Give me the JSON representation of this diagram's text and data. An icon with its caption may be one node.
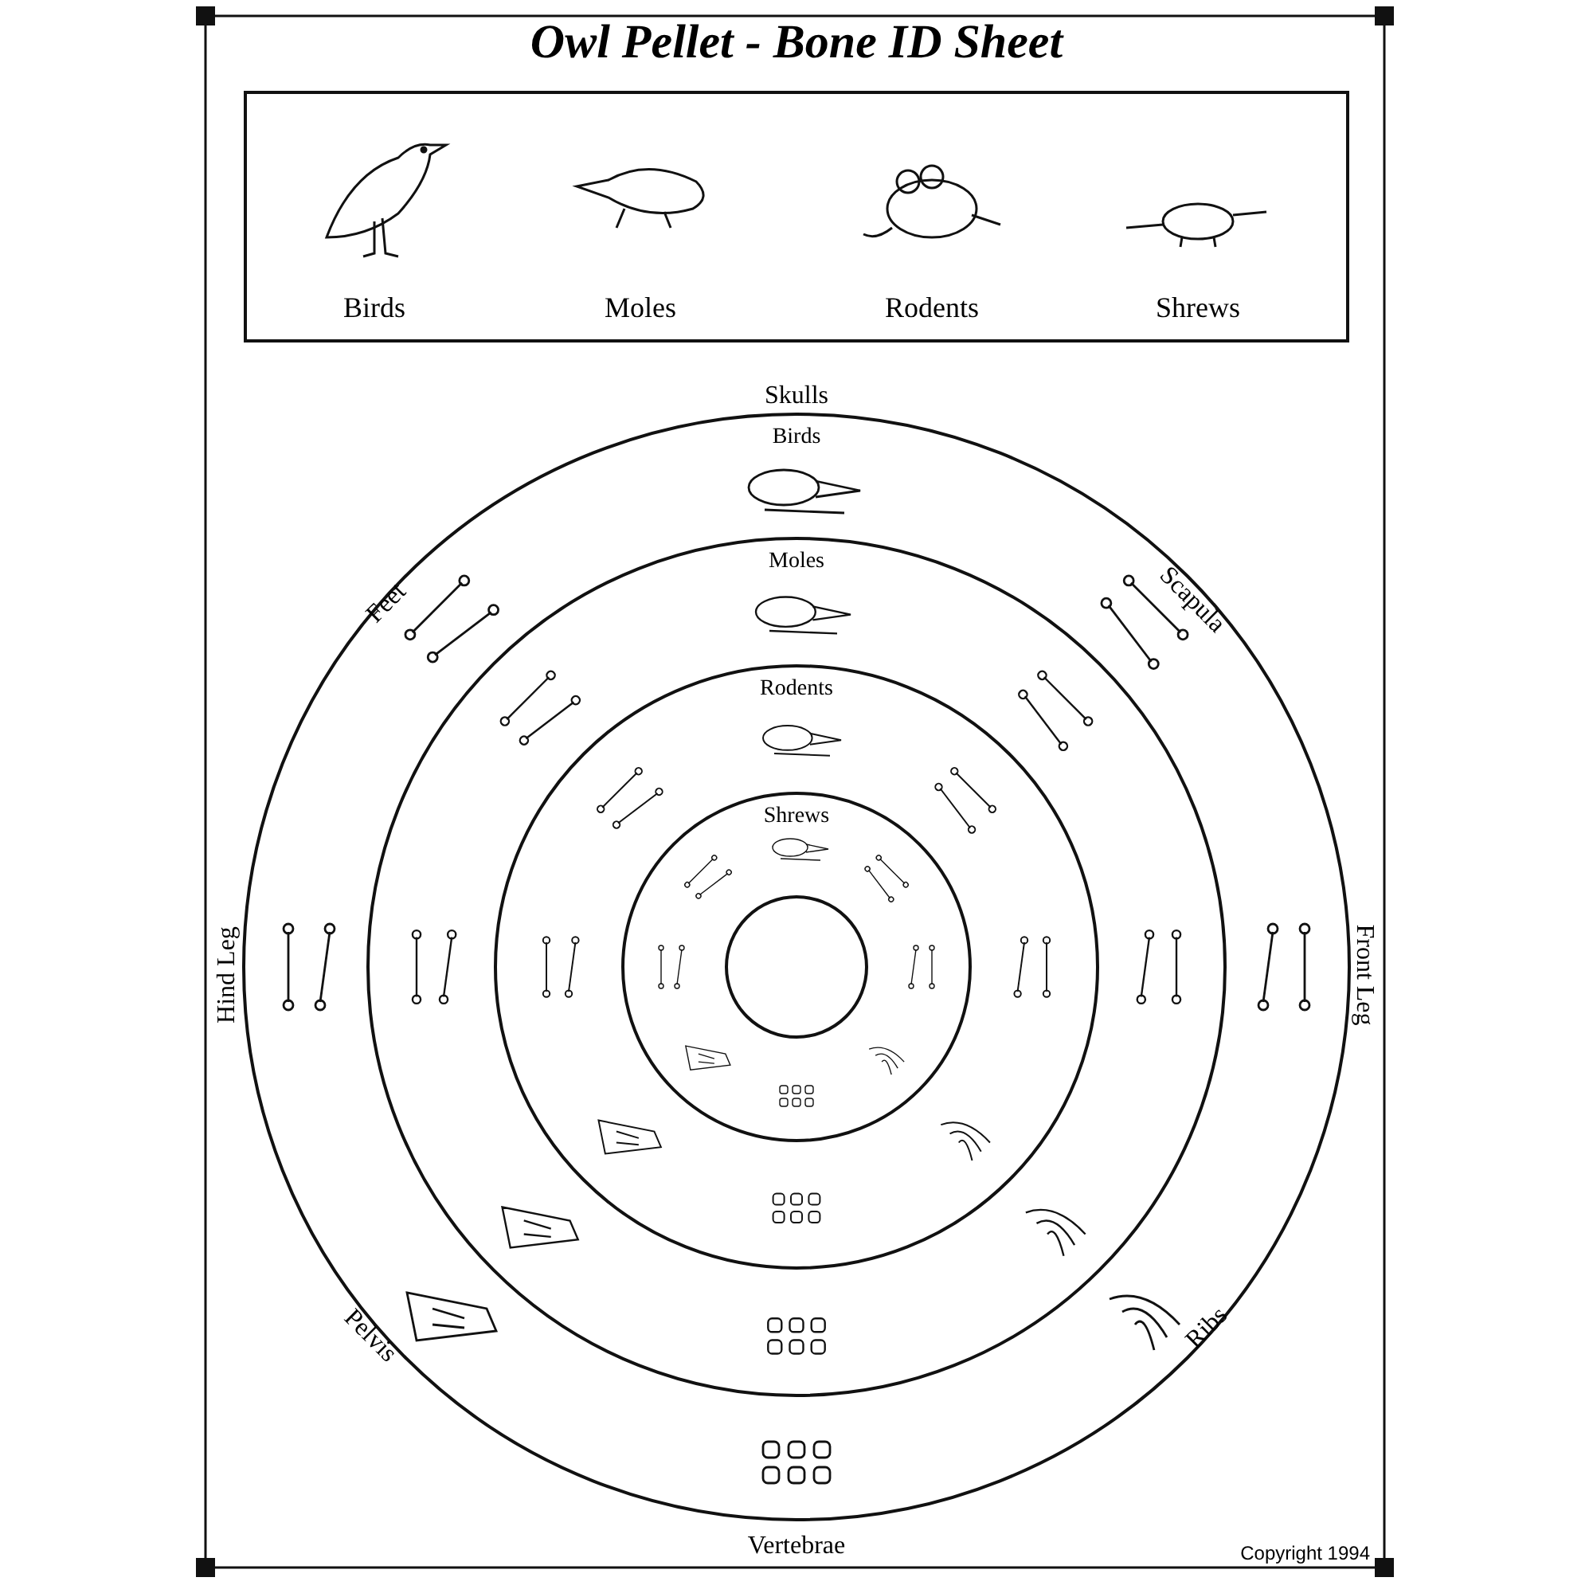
{
  "diagram": {
    "title": "Owl Pellet - Bone ID Sheet",
    "nodes": [
      {
        "text": [
          "Birds",
          "Moles",
          "Rodents",
          "Shrews"
        ]
      },
      {
        "text": [
          "Birds"
        ]
      },
      {
        "text": [
          "Moles"
        ],
        "in": 1
      },
      {
        "text": [
          "Rodents"
        ],
        "in": 2
      },
      {
        "text": [
          "Shrews"
        ],
        "in": 3
      },
      {
        "text": [],
        "shape": "circle",
        "in": 4
      }
    ],
    "labels": [
      "Skulls",
      "Scapula",
      "Front Leg",
      "Ribs",
      "Vertebrae",
      "Pelvis",
      "Hind Leg",
      "Feet",
      "Copyright 1994"
    ]
  }
}
